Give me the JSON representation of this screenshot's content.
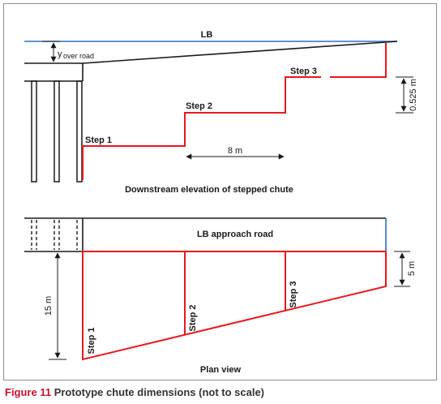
{
  "elevation": {
    "bank_label": "LB",
    "y_symbol": "y",
    "y_subscript": "over road",
    "step_labels": [
      "Step 1",
      "Step 2",
      "Step 3"
    ],
    "spacing_dimension": "8 m",
    "height_dimension": "0.525 m",
    "title": "Downstream elevation of stepped chute"
  },
  "plan": {
    "road_label": "LB approach road",
    "width_dimension": "15 m",
    "offset_dimension": "5 m",
    "step_labels": [
      "Step 1",
      "Step 2",
      "Step 3"
    ],
    "title": "Plan view"
  },
  "caption": {
    "figure_number": "Figure 11",
    "text": "Prototype chute dimensions (not to scale)"
  },
  "colors": {
    "chute": "#e8181f",
    "water_level": "#2f6fc0",
    "structure": "#1a1a1a",
    "caption_accent": "#c8102e"
  }
}
